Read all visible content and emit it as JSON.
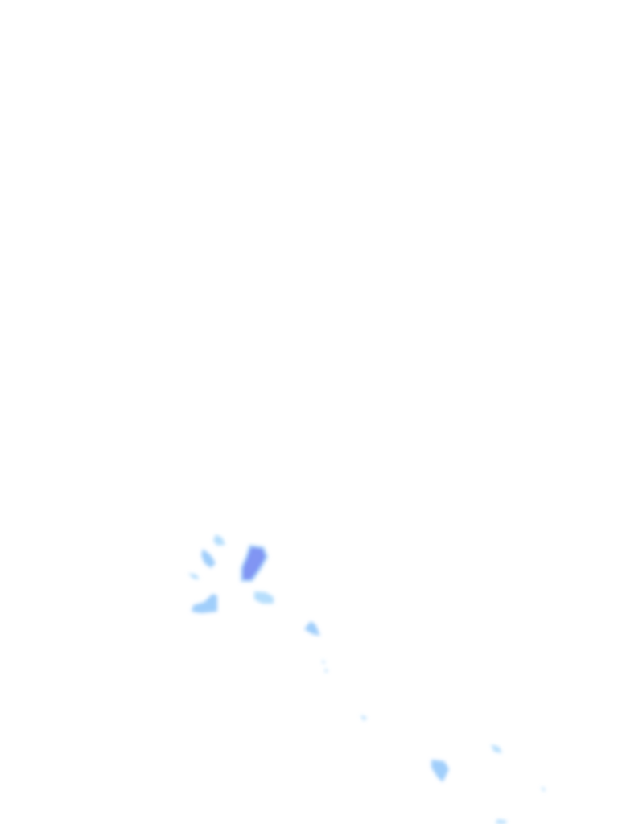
{
  "map": {
    "layer": "precipitation-radar",
    "colors": {
      "light": "#a9d8fb",
      "moderate": "#8fc6fa",
      "heavy": "#7a8ff2",
      "background": "#ffffff"
    },
    "cells": [
      {
        "id": "cell-1",
        "intensity": "light"
      },
      {
        "id": "cell-2",
        "intensity": "moderate"
      },
      {
        "id": "cell-3",
        "intensity": "light"
      },
      {
        "id": "cell-4",
        "intensity": "heavy"
      },
      {
        "id": "cell-5",
        "intensity": "moderate"
      },
      {
        "id": "cell-6",
        "intensity": "light"
      },
      {
        "id": "cell-7",
        "intensity": "moderate"
      },
      {
        "id": "cell-8",
        "intensity": "light"
      },
      {
        "id": "cell-9",
        "intensity": "light"
      },
      {
        "id": "cell-10",
        "intensity": "moderate"
      },
      {
        "id": "cell-11",
        "intensity": "light"
      },
      {
        "id": "cell-12",
        "intensity": "light"
      }
    ]
  }
}
